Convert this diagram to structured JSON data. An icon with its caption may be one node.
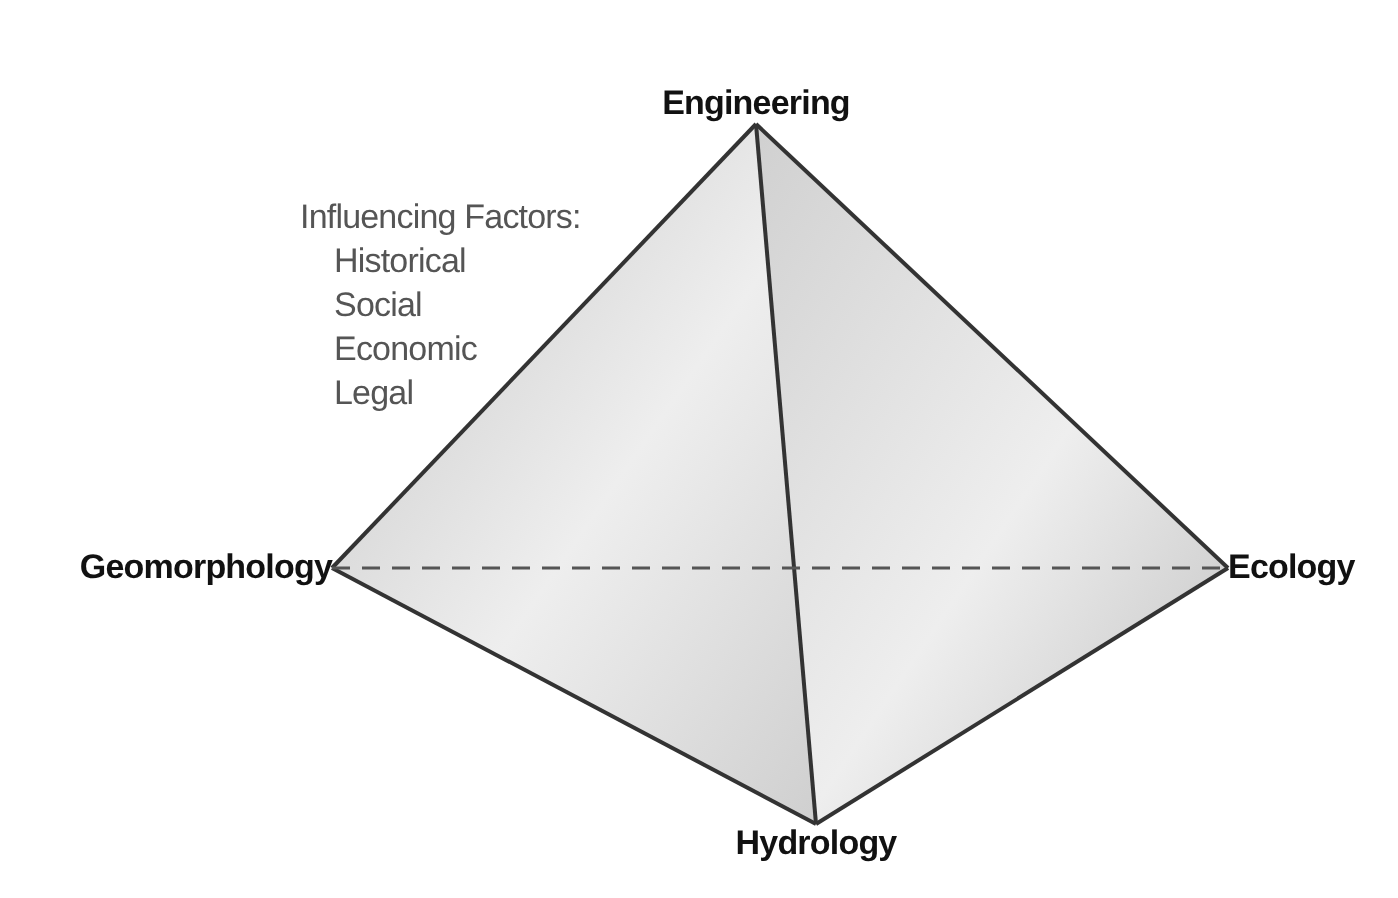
{
  "diagram": {
    "nodes": [
      {
        "text": [
          "Engineering"
        ]
      },
      {
        "text": [
          "Geomorphology"
        ]
      },
      {
        "text": [
          "Ecology"
        ]
      },
      {
        "text": [
          "Hydrology"
        ]
      }
    ],
    "edges": [
      {
        "from": 0,
        "to": 1,
        "arrow": "none"
      },
      {
        "from": 0,
        "to": 2,
        "arrow": "none"
      },
      {
        "from": 0,
        "to": 3,
        "arrow": "none"
      },
      {
        "from": 1,
        "to": 3,
        "arrow": "none"
      },
      {
        "from": 3,
        "to": 2,
        "arrow": "none"
      },
      {
        "from": 1,
        "to": 2,
        "arrow": "none",
        "style": "dashed",
        "color": "#555555"
      }
    ],
    "labels": [
      "Influencing Factors:",
      "Historical",
      "Social",
      "Economic",
      "Legal"
    ]
  }
}
